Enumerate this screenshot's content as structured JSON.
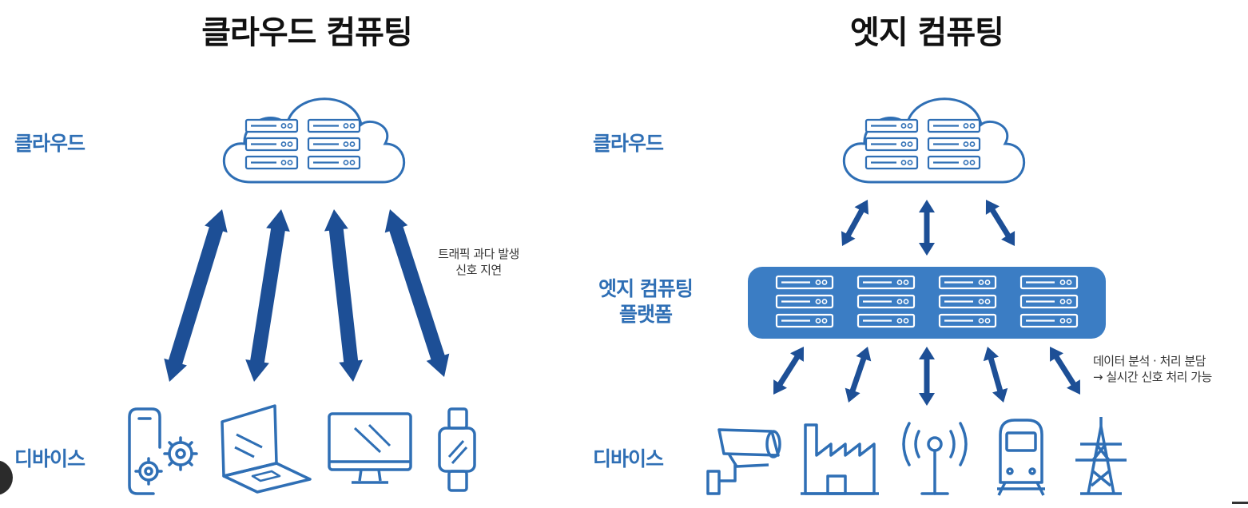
{
  "left": {
    "title": "클라우드 컴퓨팅",
    "cloud_label": "클라우드",
    "device_label": "디바이스",
    "note_line1": "트래픽 과다 발생",
    "note_line2": "신호 지연",
    "devices": [
      "smartphone-gear-icon",
      "laptop-icon",
      "monitor-icon",
      "smartwatch-icon"
    ]
  },
  "right": {
    "title": "엣지 컴퓨팅",
    "cloud_label": "클라우드",
    "edge_label_line1": "엣지 컴퓨팅",
    "edge_label_line2": "플랫폼",
    "device_label": "디바이스",
    "note_line1": "데이터 분석 · 처리 분담",
    "note_line2": "→ 실시간 신호 처리 가능",
    "devices": [
      "cctv-camera-icon",
      "factory-icon",
      "antenna-tower-icon",
      "train-icon",
      "power-tower-icon"
    ]
  },
  "colors": {
    "primary": "#2f6fb5",
    "arrow": "#1d4f96",
    "platform": "#3b7dc4",
    "title": "#111111"
  }
}
